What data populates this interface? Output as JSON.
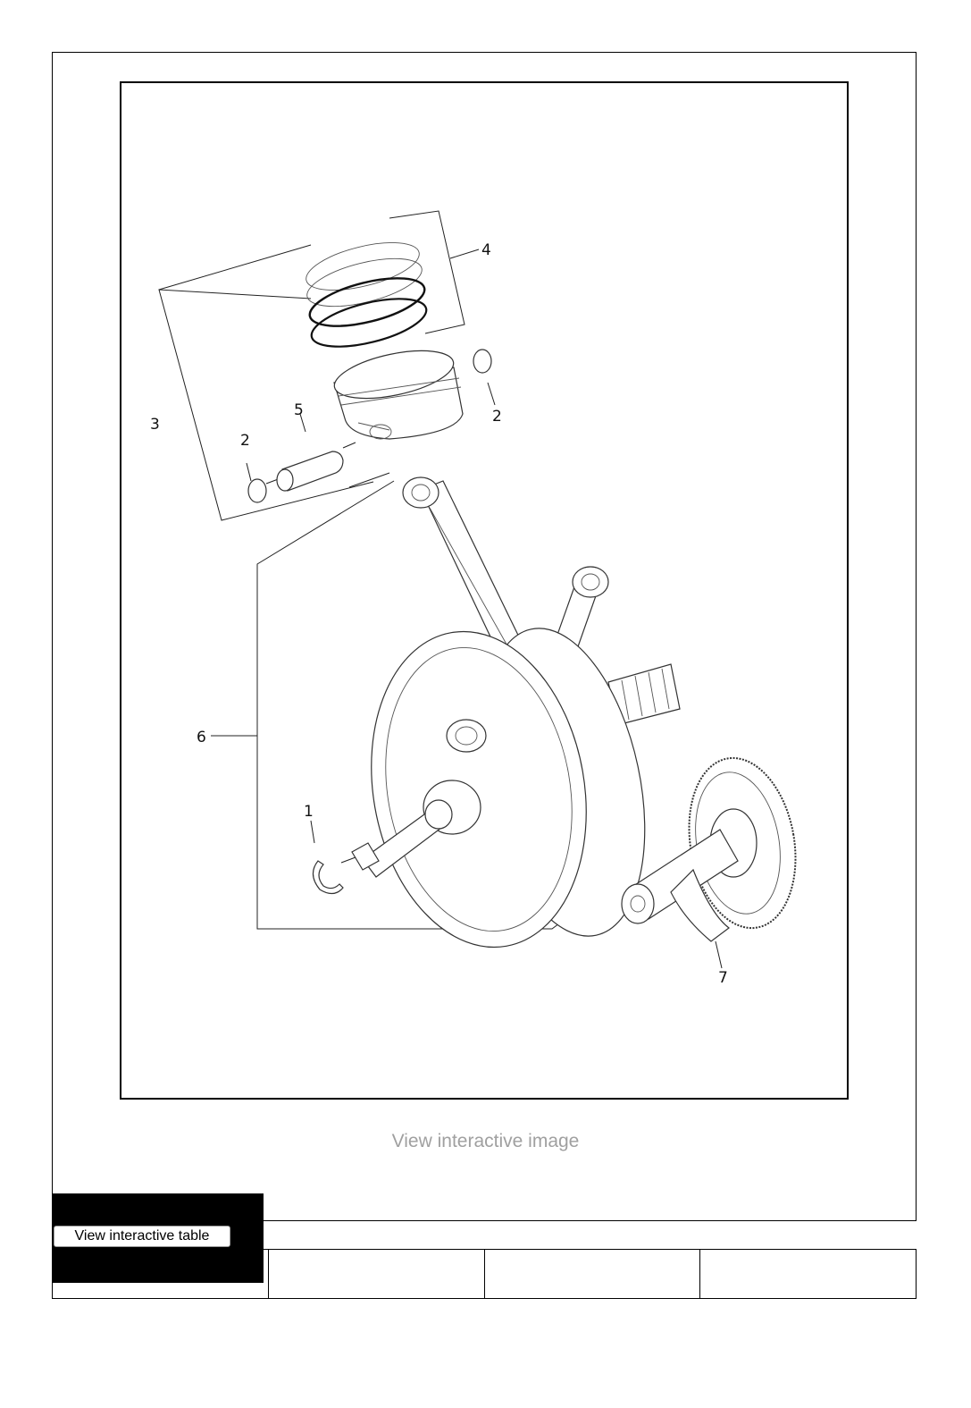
{
  "diagram": {
    "callouts": {
      "c1": "1",
      "c2a": "2",
      "c2b": "2",
      "c3": "3",
      "c4": "4",
      "c5": "5",
      "c6": "6",
      "c7": "7"
    }
  },
  "links": {
    "view_image": "View interactive image",
    "view_table": "View interactive table"
  },
  "table": {
    "columns": [
      "",
      "",
      "",
      ""
    ]
  }
}
